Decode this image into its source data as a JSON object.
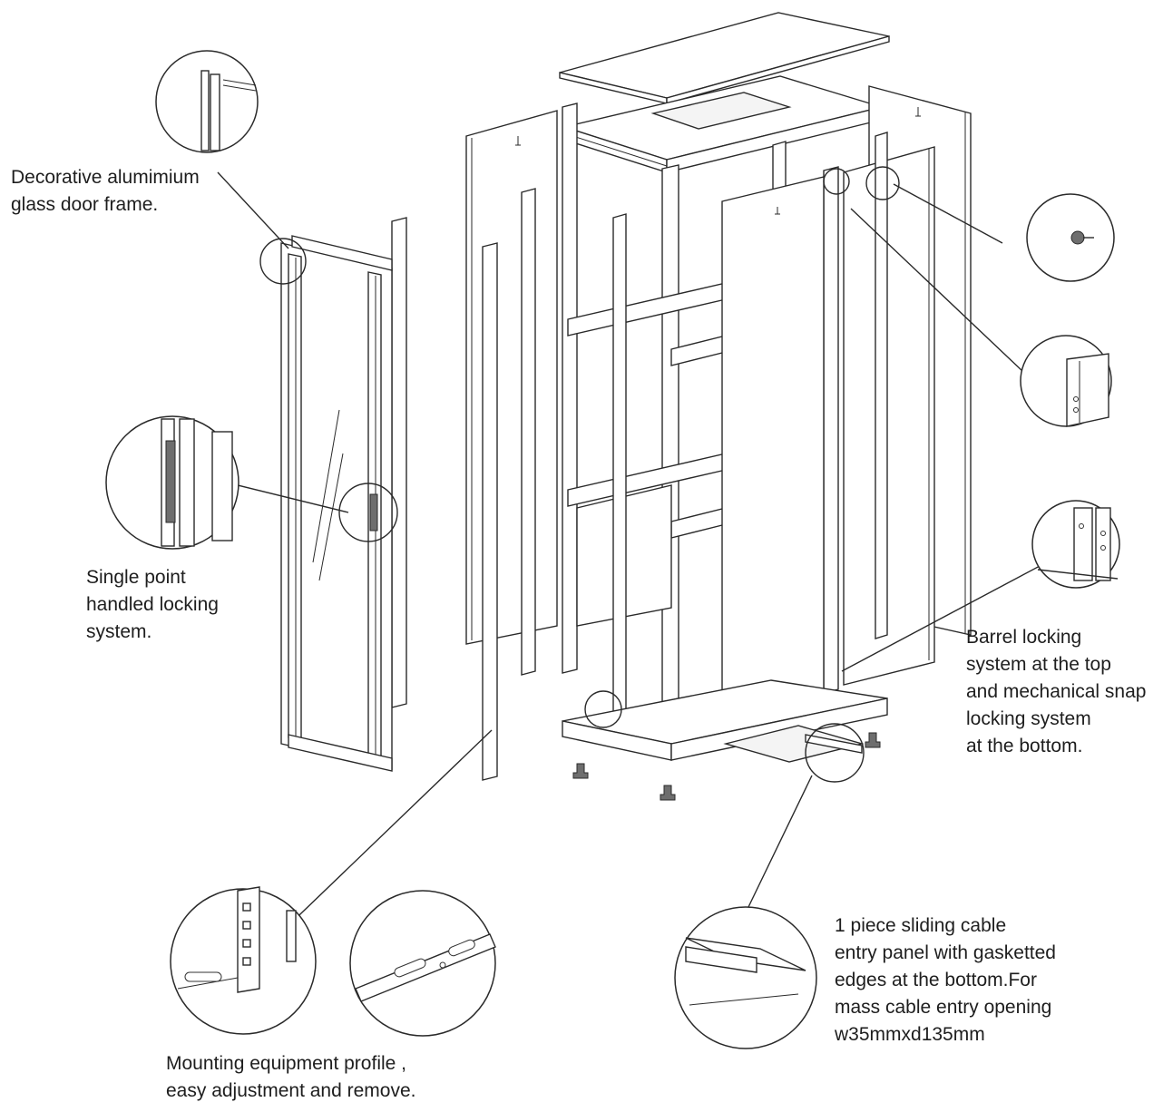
{
  "callouts": {
    "glass_door_frame": [
      "Decorative alumimium",
      "glass door frame."
    ],
    "single_point_lock": [
      "Single point",
      "handled locking",
      "system."
    ],
    "barrel_lock": [
      "Barrel locking",
      "system at the top",
      "and mechanical snap",
      "locking system",
      "at the bottom."
    ],
    "mounting_profile": [
      "Mounting equipment profile ,",
      "easy adjustment and remove."
    ],
    "cable_entry": [
      "1 piece sliding cable",
      "entry panel with gasketted",
      "edges at the bottom.For",
      "mass cable entry opening",
      "w35mmxd135mm"
    ]
  },
  "colors": {
    "line": "#2a2a2a",
    "panel": "#ffffff",
    "background": "#ffffff"
  }
}
